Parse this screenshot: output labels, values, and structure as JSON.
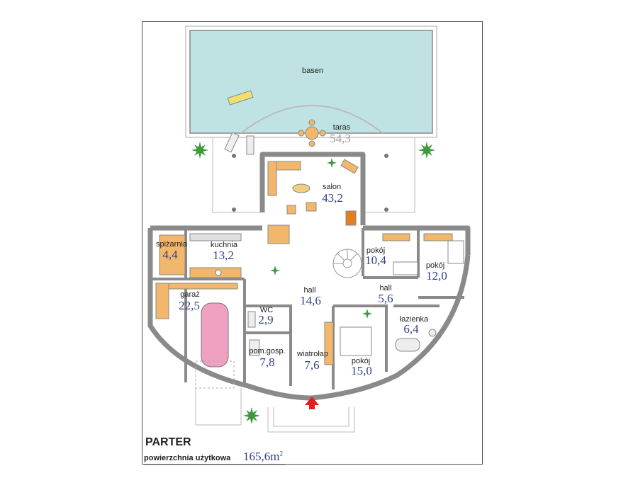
{
  "plan": {
    "title": "PARTER",
    "usable_area_label": "powierzchnia użytkowa",
    "usable_area_value": "165,6",
    "usable_area_unit": "m",
    "usable_area_exp": "2"
  },
  "rooms": [
    {
      "id": "basen",
      "name": "basen",
      "area": ""
    },
    {
      "id": "taras",
      "name": "taras",
      "area": "54,3"
    },
    {
      "id": "salon",
      "name": "salon",
      "area": "43,2"
    },
    {
      "id": "spizarnia",
      "name": "spiżarnia",
      "area": "4,4"
    },
    {
      "id": "kuchnia",
      "name": "kuchnia",
      "area": "13,2"
    },
    {
      "id": "pokoj1",
      "name": "pokój",
      "area": "10,4"
    },
    {
      "id": "pokoj2",
      "name": "pokój",
      "area": "12,0"
    },
    {
      "id": "garaz",
      "name": "garaż",
      "area": "22,5"
    },
    {
      "id": "hall1",
      "name": "hall",
      "area": "14,6"
    },
    {
      "id": "hall2",
      "name": "hall",
      "area": "5,6"
    },
    {
      "id": "wc",
      "name": "WC",
      "area": "2,9"
    },
    {
      "id": "lazienka",
      "name": "łazienka",
      "area": "6,4"
    },
    {
      "id": "pomgosp",
      "name": "pom.gosp.",
      "area": "7,8"
    },
    {
      "id": "wiatrolap",
      "name": "wiatrołap",
      "area": "7,6"
    },
    {
      "id": "pokoj3",
      "name": "pokój",
      "area": "15,0"
    }
  ],
  "colors": {
    "pool_water": "#bfe3e3",
    "wall": "#8a8a8a",
    "furniture": "#f2b76a",
    "text_area": "#33408a",
    "entry_arrow": "#e02020",
    "plant": "#3c9a3c",
    "car": "#f0a0c0"
  }
}
